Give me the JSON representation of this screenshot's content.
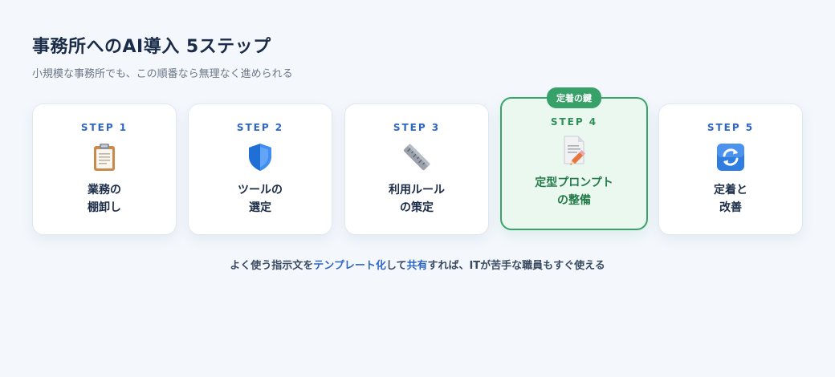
{
  "header": {
    "title": "事務所へのAI導入 5ステップ",
    "subtitle": "小規模な事務所でも、この順番なら無理なく進められる"
  },
  "steps": [
    {
      "step": "STEP 1",
      "icon": "clipboard-icon",
      "line1": "業務の",
      "line2": "棚卸し"
    },
    {
      "step": "STEP 2",
      "icon": "shield-icon",
      "line1": "ツールの",
      "line2": "選定"
    },
    {
      "step": "STEP 3",
      "icon": "ruler-icon",
      "line1": "利用ルール",
      "line2": "の策定"
    },
    {
      "step": "STEP 4",
      "icon": "document-pencil-icon",
      "line1": "定型プロンプト",
      "line2": "の整備",
      "badge": "定着の鍵"
    },
    {
      "step": "STEP 5",
      "icon": "refresh-icon",
      "line1": "定着と",
      "line2": "改善"
    }
  ],
  "colors": {
    "accent_blue": "#2f66c4",
    "accent_green": "#38a169",
    "highlight_bg": "#eaf8ef"
  },
  "footer": {
    "part1": "よく使う指示文を",
    "highlight1": "テンプレート化",
    "part2": "して",
    "highlight2": "共有",
    "part3": "すれば、ITが苦手な職員もすぐ使える"
  }
}
